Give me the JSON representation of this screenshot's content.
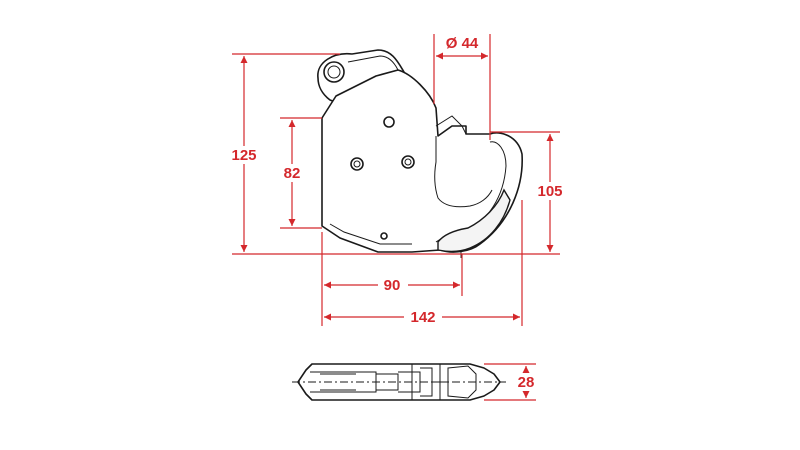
{
  "dimensions": {
    "height_overall": "125",
    "height_plate": "82",
    "diameter_ball": "Ø 44",
    "hook_height": "105",
    "width_to_ball": "90",
    "width_overall": "142",
    "thickness": "28"
  },
  "colors": {
    "dimension": "#d4282c",
    "outline": "#1a1a1a",
    "background": "#ffffff"
  }
}
